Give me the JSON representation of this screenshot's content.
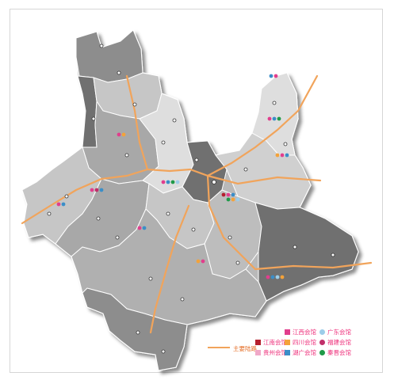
{
  "colors": {
    "region_dark": "#707070",
    "region_mid": "#8d8d8d",
    "region_light": "#c6c6c6",
    "region_pale": "#dedede",
    "road": "#f1a45b",
    "border": "#ffffff"
  },
  "legend": {
    "road": {
      "label": "主要陆路",
      "color": "#f1a45b"
    },
    "items": [
      {
        "label": "江西会馆",
        "color": "#e13e8d",
        "icon": "square-swatch"
      },
      {
        "label": "广东会馆",
        "color": "#9ccde9",
        "icon": "circle-swatch"
      },
      {
        "label": "江南会馆",
        "color": "#b51f2e",
        "icon": "square-swatch"
      },
      {
        "label": "四川会馆",
        "color": "#f3a23a",
        "icon": "square-swatch"
      },
      {
        "label": "福建会馆",
        "color": "#c0306a",
        "icon": "circle-swatch"
      },
      {
        "label": "贵州会馆",
        "color": "#f0a8c8",
        "icon": "square-swatch"
      },
      {
        "label": "湖广会馆",
        "color": "#3a8ec8",
        "icon": "square-swatch"
      },
      {
        "label": "秦晋会馆",
        "color": "#1f9a48",
        "icon": "circle-swatch"
      }
    ]
  }
}
